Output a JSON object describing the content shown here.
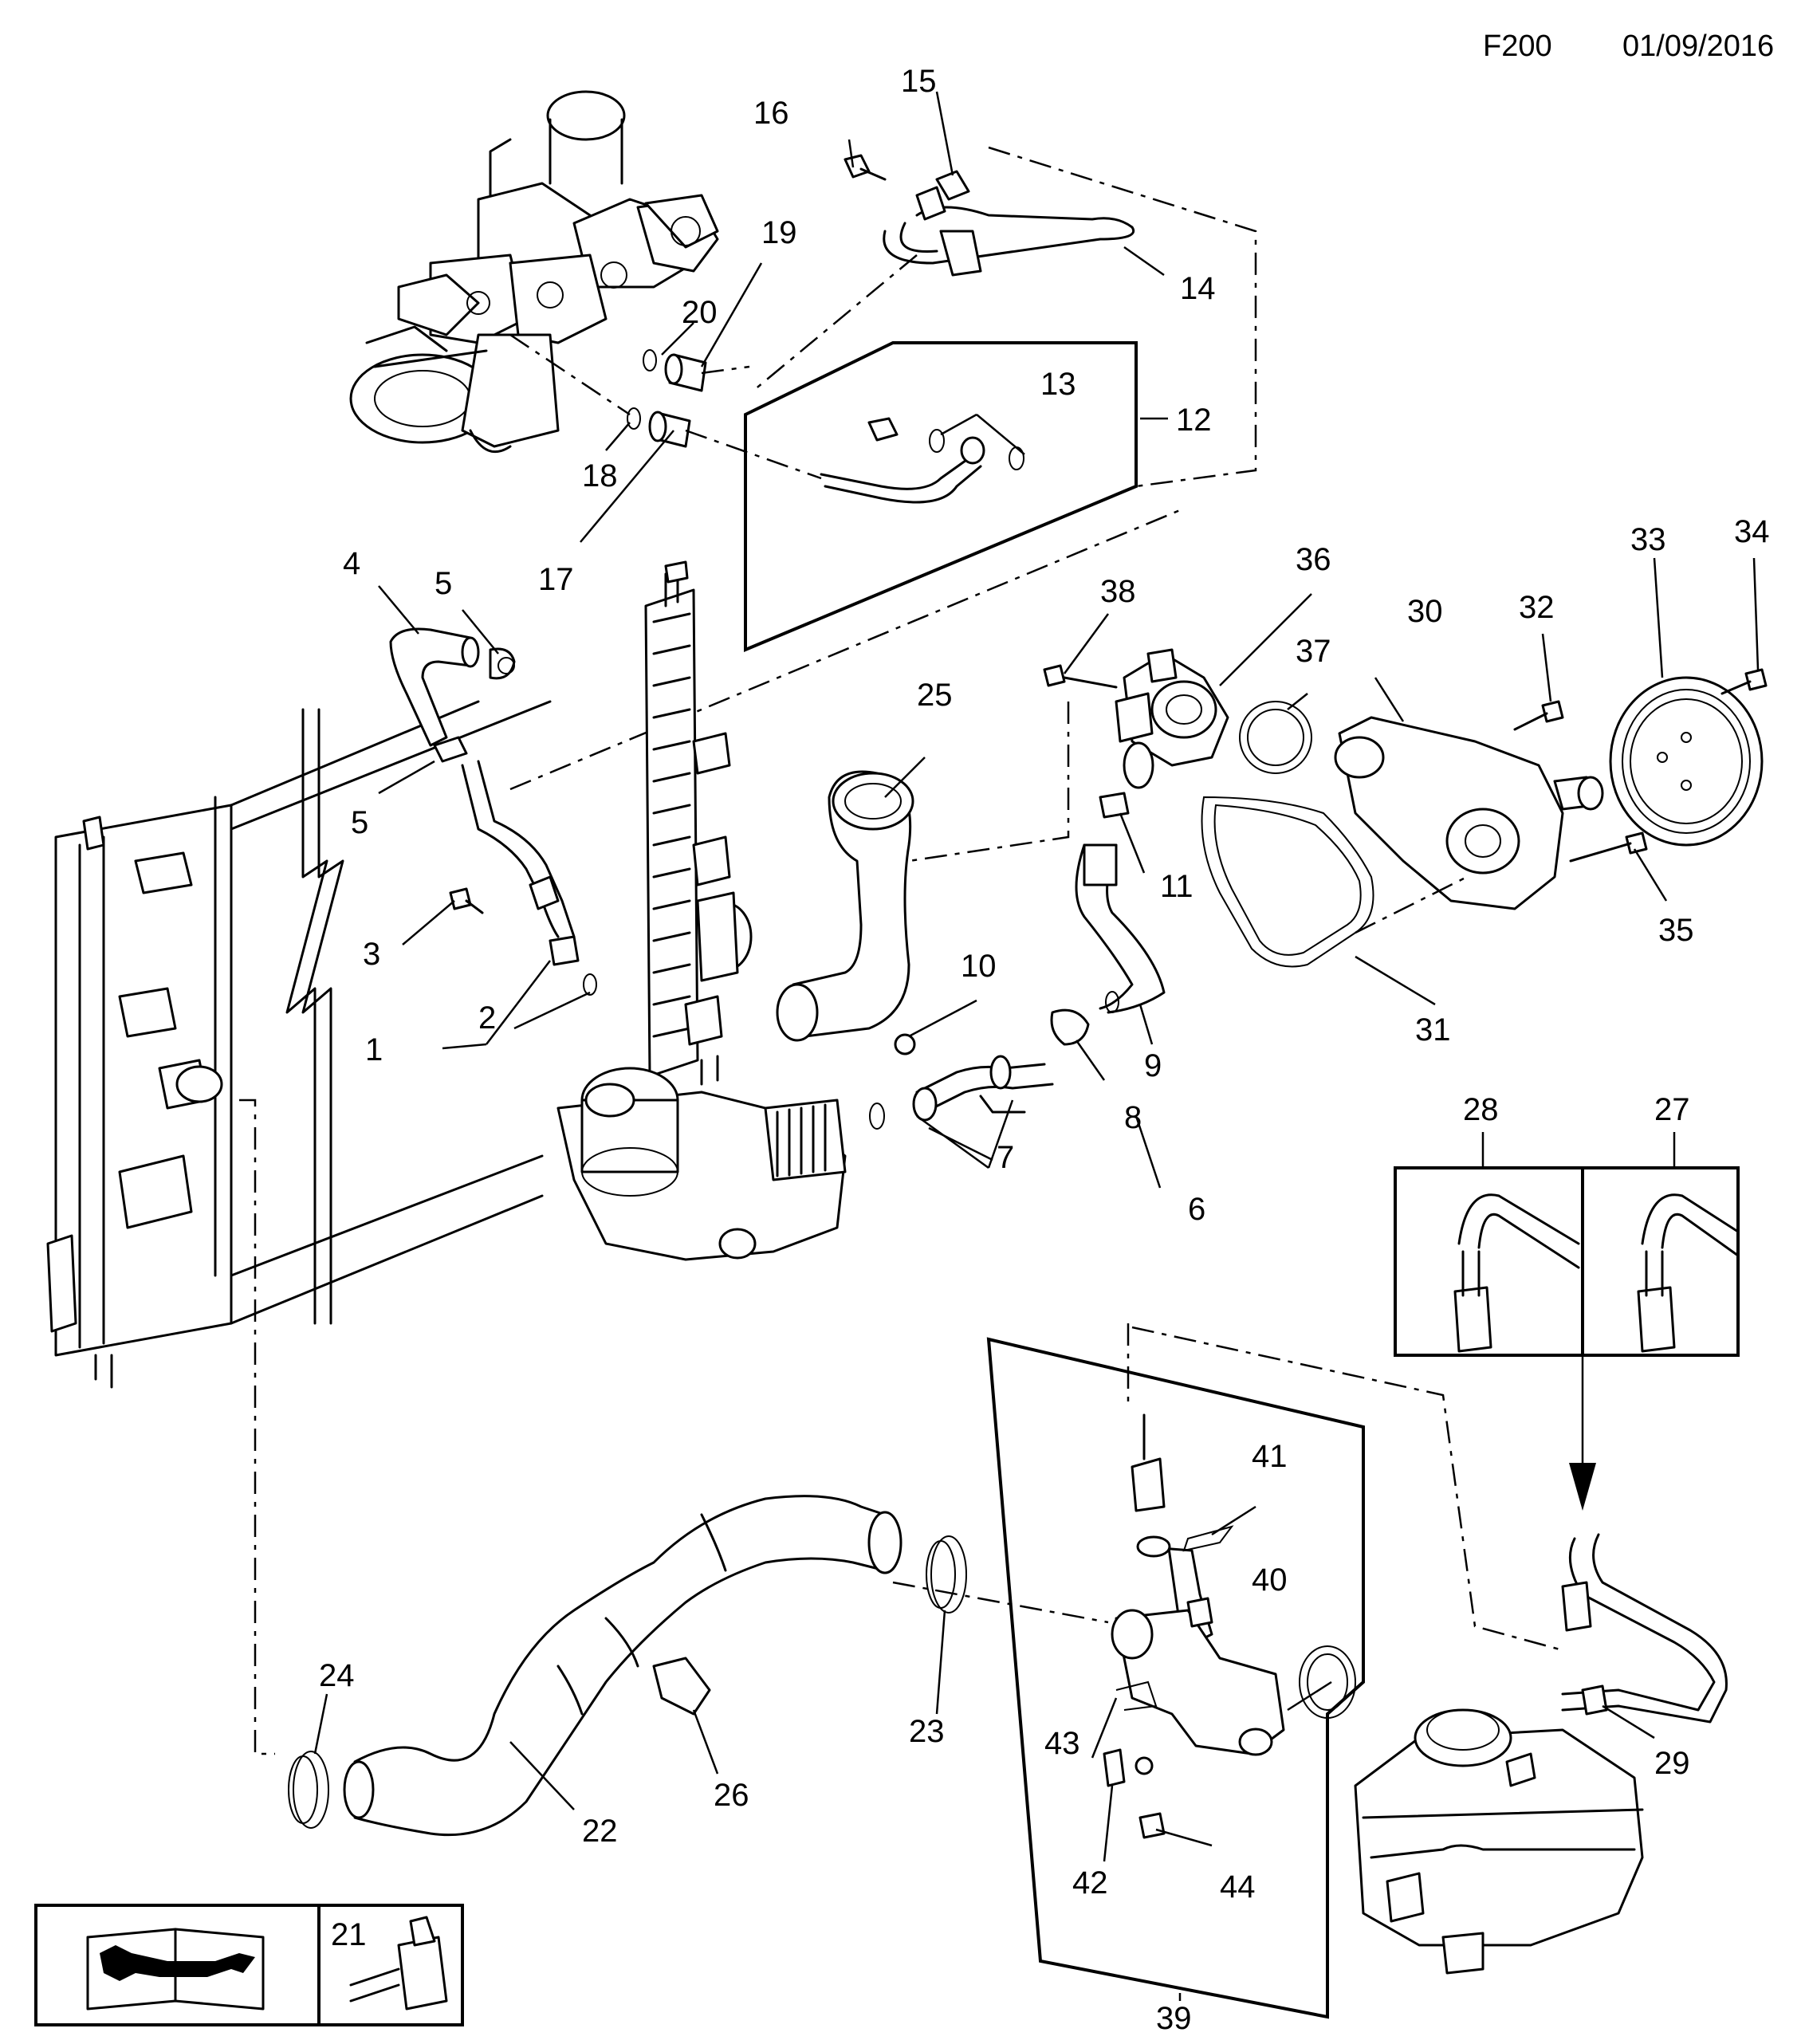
{
  "header": {
    "code": "F200",
    "date": "01/09/2016"
  },
  "callouts": [
    "1",
    "2",
    "3",
    "4",
    "5",
    "5",
    "6",
    "7",
    "8",
    "9",
    "10",
    "11",
    "12",
    "13",
    "14",
    "15",
    "16",
    "17",
    "18",
    "19",
    "20",
    "21",
    "22",
    "23",
    "24",
    "25",
    "26",
    "27",
    "28",
    "29",
    "30",
    "31",
    "32",
    "33",
    "34",
    "35",
    "36",
    "37",
    "38",
    "39",
    "40",
    "41",
    "42",
    "43",
    "44"
  ],
  "legend": {
    "manual_icon": "service-manual-wrench-icon",
    "sealant_icon": "sealant-bottle-icon"
  }
}
